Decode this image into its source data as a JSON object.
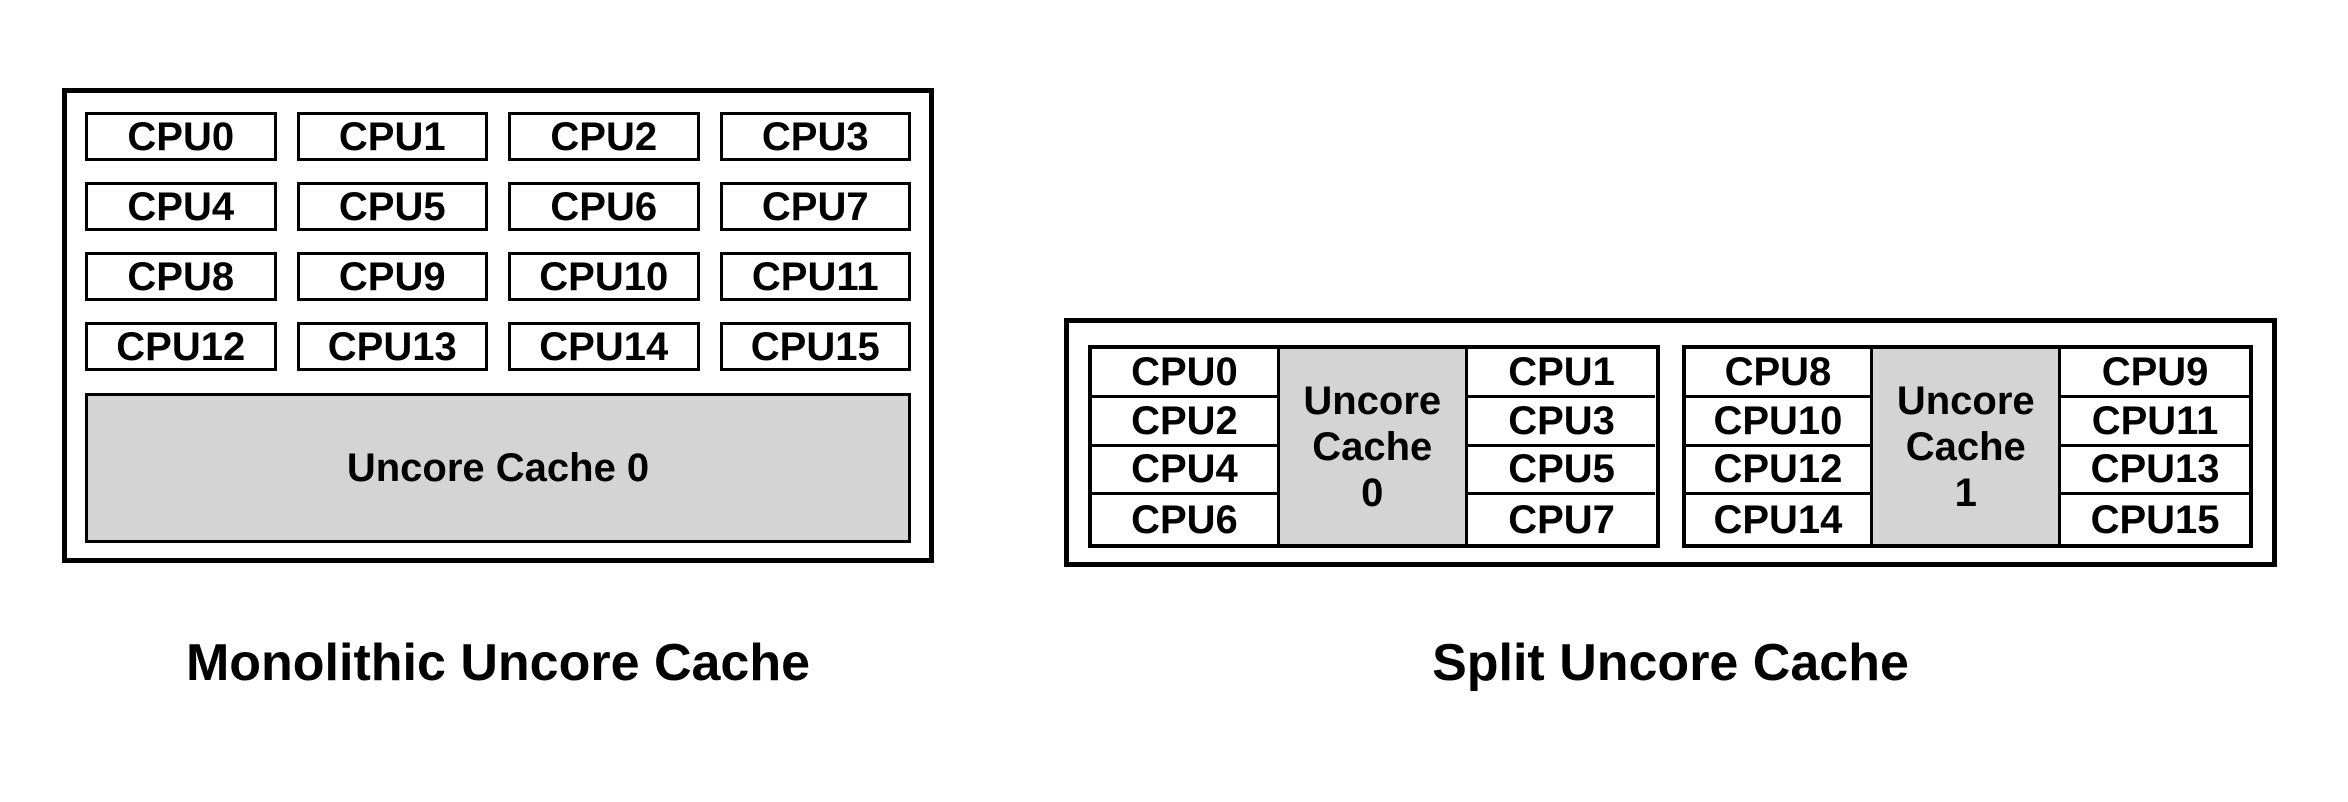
{
  "colors": {
    "cache_fill": "#d4d4d4",
    "border": "#000000",
    "background": "#ffffff"
  },
  "monolithic": {
    "caption": "Monolithic Uncore Cache",
    "cpus": [
      "CPU0",
      "CPU1",
      "CPU2",
      "CPU3",
      "CPU4",
      "CPU5",
      "CPU6",
      "CPU7",
      "CPU8",
      "CPU9",
      "CPU10",
      "CPU11",
      "CPU12",
      "CPU13",
      "CPU14",
      "CPU15"
    ],
    "cache_label": "Uncore Cache 0"
  },
  "split": {
    "caption": "Split Uncore Cache",
    "groups": [
      {
        "left_cpus": [
          "CPU0",
          "CPU2",
          "CPU4",
          "CPU6"
        ],
        "cache_label": "Uncore\nCache\n0",
        "right_cpus": [
          "CPU1",
          "CPU3",
          "CPU5",
          "CPU7"
        ]
      },
      {
        "left_cpus": [
          "CPU8",
          "CPU10",
          "CPU12",
          "CPU14"
        ],
        "cache_label": "Uncore\nCache\n1",
        "right_cpus": [
          "CPU9",
          "CPU11",
          "CPU13",
          "CPU15"
        ]
      }
    ]
  }
}
